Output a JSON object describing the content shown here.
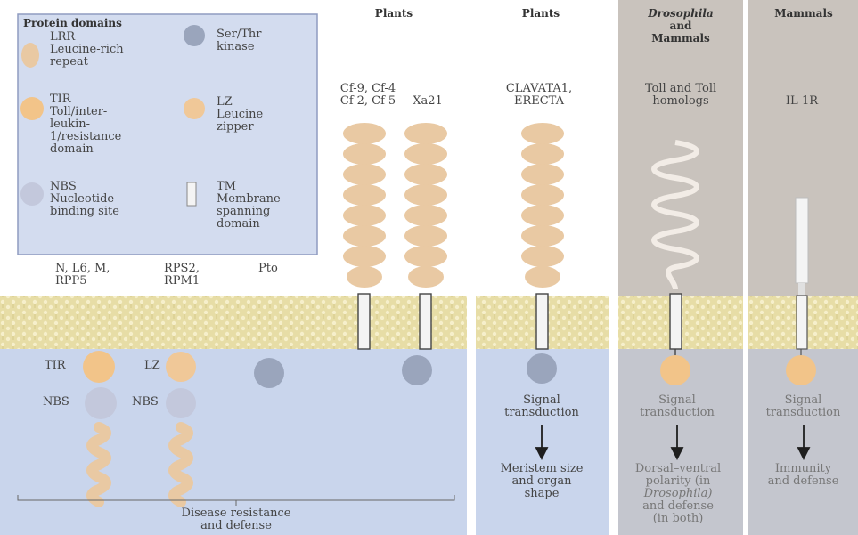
{
  "legend": {
    "title": "Protein domains",
    "lrr": {
      "abbr": "LRR",
      "desc": "Leucine-rich repeat"
    },
    "kinase": {
      "desc": "Ser/Thr kinase"
    },
    "tir": {
      "abbr": "TIR",
      "desc": "Toll/inter-leukin-1/resistance domain"
    },
    "lz": {
      "abbr": "LZ",
      "desc": "Leucine zipper"
    },
    "nbs": {
      "abbr": "NBS",
      "desc": "Nucleotide-binding site"
    },
    "tm": {
      "abbr": "TM",
      "desc": "Membrane-spanning domain"
    }
  },
  "headers": {
    "plants1": "Plants",
    "plants2": "Plants",
    "dros_line1": "Drosophila",
    "dros_line2": "and",
    "dros_line3": "Mammals",
    "mammals": "Mammals"
  },
  "proteins": {
    "n_l6_line1": "N, L6, M,",
    "n_l6_line2": "RPP5",
    "rps2_line1": "RPS2,",
    "rps2_line2": "RPM1",
    "pto": "Pto",
    "cf_line1": "Cf-9, Cf-4",
    "cf_line2": "Cf-2, Cf-5",
    "xa21": "Xa21",
    "clavata_line1": "CLAVATA1,",
    "clavata_line2": "ERECTA",
    "toll_line1": "Toll and Toll",
    "toll_line2": "homologs",
    "il1r": "IL-1R"
  },
  "domain_labels": {
    "tir": "TIR",
    "lz": "LZ",
    "nbs1": "NBS",
    "nbs2": "NBS"
  },
  "signal": {
    "clavata_1": "Signal",
    "clavata_2": "transduction",
    "toll_1": "Signal",
    "toll_2": "transduction",
    "il1r_1": "Signal",
    "il1r_2": "transduction"
  },
  "outcomes": {
    "disease_1": "Disease resistance",
    "disease_2": "and defense",
    "meristem_1": "Meristem size",
    "meristem_2": "and organ",
    "meristem_3": "shape",
    "dorsal_1": "Dorsal–ventral",
    "dorsal_2": "polarity (in",
    "dorsal_3": "Drosophila)",
    "dorsal_4": "and defense",
    "dorsal_5": "(in both)",
    "immunity_1": "Immunity",
    "immunity_2": "and defense"
  },
  "colors": {
    "lrr": "#e9c9a3",
    "tir": "#f2c489",
    "nbs": "#c3c8dc",
    "kinase": "#9aa5bc",
    "lz": "#f0c898",
    "membrane": "#e8dca0",
    "cytoplasm": "#c9d5ec",
    "legend_bg": "#d3dcef",
    "gray_panel": "#c9c3bd"
  }
}
